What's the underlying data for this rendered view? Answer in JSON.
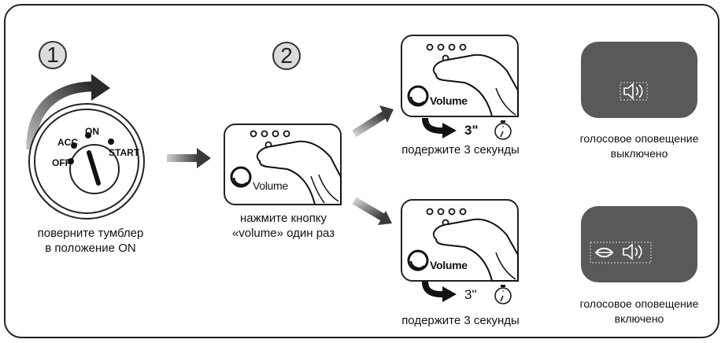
{
  "steps": [
    {
      "number": "1",
      "caption": [
        "поверните тумблер",
        "в положение ON"
      ]
    },
    {
      "number": "2",
      "caption": [
        "нажмите кнопку",
        "«volume» один раз"
      ]
    }
  ],
  "ignition": {
    "off": "OFF",
    "acc": "ACC",
    "on": "ON",
    "start": "START"
  },
  "button_label": "Volume",
  "hold": {
    "seconds": "3\"",
    "caption": "подержите 3 секунды"
  },
  "result_off": [
    "голосовое оповещение",
    "выключено"
  ],
  "result_on": [
    "голосовое оповещение",
    "включено"
  ],
  "icons": [
    "speaker-icon",
    "lips-icon",
    "stopwatch-icon"
  ]
}
